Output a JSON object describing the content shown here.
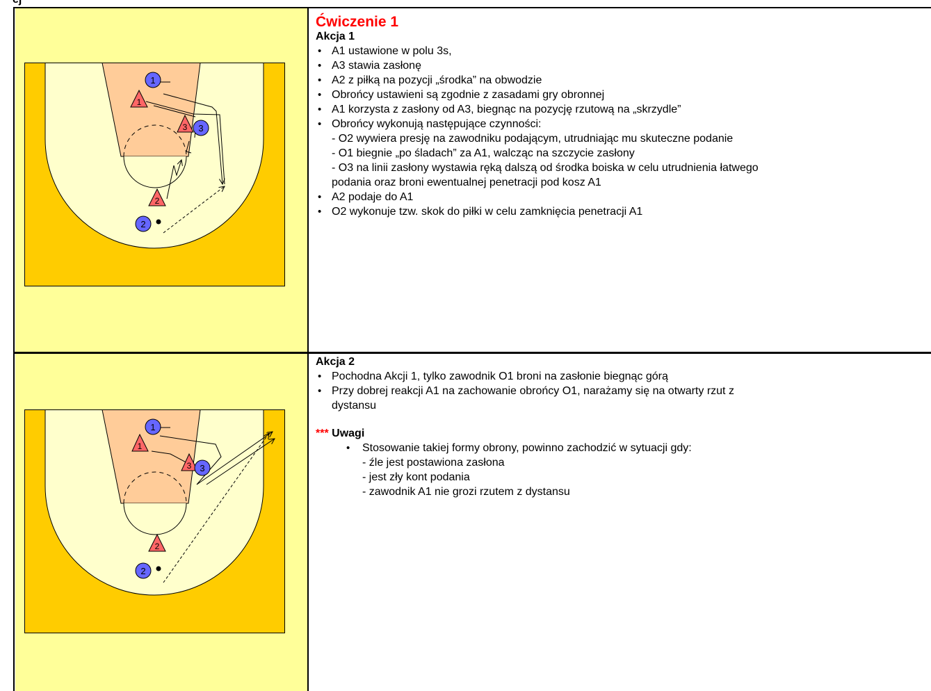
{
  "colors": {
    "page": "#ffffff",
    "cell_fill": "#ffff99",
    "court_outer": "#ffcc00",
    "court_zone": "#ffffcc",
    "key_fill": "#ffcc99",
    "attacker": "#6666ff",
    "defender": "#ff6666",
    "title": "#ff0000"
  },
  "exercise_title": "Ćwiczenie 1",
  "action1": {
    "heading": "Akcja 1",
    "items": [
      "A1 ustawione w polu 3s,",
      "A3 stawia zasłonę",
      "A2 z piłką na pozycji „środka” na obwodzie",
      "Obrońcy ustawieni są zgodnie z zasadami gry obronnej",
      "A1 korzysta z zasłony od A3, biegnąc na pozycję rzutową na „skrzydle”",
      "Obrońcy wykonują następujące czynności:"
    ],
    "subitems": [
      "- O2 wywiera presję na zawodniku podającym, utrudniając mu skuteczne podanie",
      "- O1 biegnie „po śladach” za A1, walcząc na szczycie zasłony",
      "- O3 na linii zasłony wystawia ręką dalszą od środka boiska w celu utrudnienia łatwego",
      "podania oraz broni ewentualnej penetracji pod kosz A1"
    ],
    "items_after": [
      "A2 podaje do A1",
      "O2 wykonuje tzw. skok do piłki w celu zamknięcia penetracji A1"
    ]
  },
  "action2": {
    "heading": "Akcja 2",
    "items": [
      "Pochodna Akcji 1, tylko zawodnik O1 broni na zasłonie biegnąc górą",
      "Przy dobrej reakcji A1 na zachowanie obrońcy O1, narażamy się na otwarty rzut z"
    ],
    "item_continuation": "dystansu"
  },
  "notes": {
    "stars": "***",
    "heading": "Uwagi",
    "item": "Stosowanie takiej formy obrony, powinno zachodzić w sytuacji gdy:",
    "subitems": [
      "- źle jest postawiona zasłona",
      "- jest zły kont podania",
      "- zawodnik A1 nie grozi rzutem z dystansu"
    ]
  },
  "diagram": {
    "attackers": [
      "1",
      "3",
      "2"
    ],
    "defenders": [
      "1",
      "3",
      "2"
    ]
  }
}
